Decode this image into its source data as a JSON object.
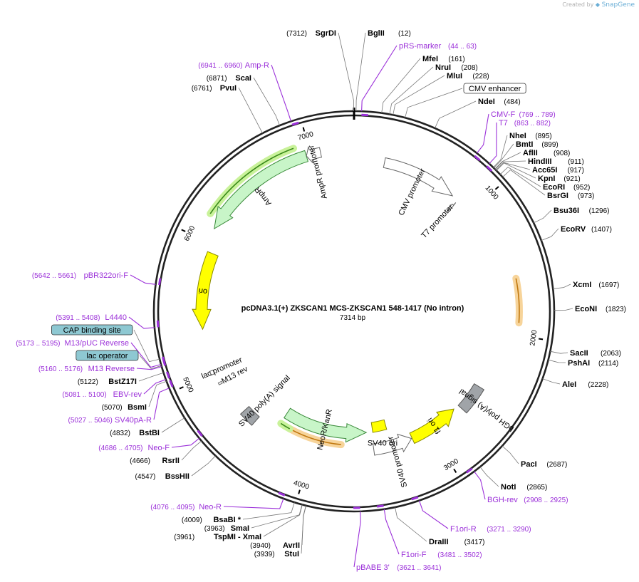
{
  "header": {
    "credit_prefix": "Created by",
    "credit_brand": "SnapGene"
  },
  "plasmid": {
    "name": "pcDNA3.1(+) ZKSCAN1 MCS-ZKSCAN1 548-1417 (No intron)",
    "size_label": "7314 bp",
    "length": 7314
  },
  "ticks": [
    {
      "bp": 1000,
      "label": "1000"
    },
    {
      "bp": 2000,
      "label": "2000"
    },
    {
      "bp": 3000,
      "label": "3000"
    },
    {
      "bp": 4000,
      "label": "4000"
    },
    {
      "bp": 5000,
      "label": "5000"
    },
    {
      "bp": 6000,
      "label": "6000"
    },
    {
      "bp": 7000,
      "label": "7000"
    }
  ],
  "colors": {
    "promoter": "#ffffff",
    "cds": "#c8f5c8",
    "ori": "#ffff00",
    "polyA": "#a0a4a8",
    "primer": "#9b30d9",
    "highlight_green": "#c9f29a",
    "highlight_orange": "#f7d49a",
    "box_blue": "#8ec8d2"
  },
  "features": [
    {
      "name": "CMV promoter",
      "start": 235,
      "end": 822,
      "type": "promoter",
      "color": "#ffffff"
    },
    {
      "name": "T7 promoter",
      "start": 863,
      "end": 881,
      "type": "promoter",
      "color": "#ffffff"
    },
    {
      "name": "bGH poly(A) signal",
      "start": 2460,
      "end": 2684,
      "type": "polyA",
      "color": "#a0a4a8"
    },
    {
      "name": "f1 ori",
      "start": 2730,
      "end": 3158,
      "type": "ori",
      "color": "#ffff00"
    },
    {
      "name": "SV40 promoter",
      "start": 3163,
      "end": 3492,
      "type": "promoter",
      "color": "#ffffff"
    },
    {
      "name": "SV40 ori",
      "start": 3343,
      "end": 3478,
      "type": "ori",
      "color": "#ffff00"
    },
    {
      "name": "NeoR/KanR",
      "start": 3540,
      "end": 4334,
      "type": "cds",
      "color": "#c8f5c8"
    },
    {
      "name": "SV40 poly(A) signal",
      "start": 4508,
      "end": 4629,
      "type": "polyA",
      "color": "#a0a4a8"
    },
    {
      "name": "M13 rev",
      "start": 4904,
      "end": 4920,
      "type": "primer_bind",
      "color": "#ffffff"
    },
    {
      "name": "lac promoter",
      "start": 4996,
      "end": 5026,
      "type": "promoter",
      "color": "#ffffff"
    },
    {
      "name": "ori",
      "start": 5348,
      "end": 5936,
      "type": "ori",
      "color": "#ffff00"
    },
    {
      "name": "AmpR",
      "start": 6107,
      "end": 6967,
      "type": "cds",
      "color": "#c8f5c8"
    },
    {
      "name": "AmpR promoter",
      "start": 6968,
      "end": 7072,
      "type": "promoter",
      "color": "#ffffff"
    }
  ],
  "highlights": [
    {
      "start": 6180,
      "end": 6900,
      "color": "#c9f29a",
      "r": 244
    },
    {
      "start": 1595,
      "end": 1910,
      "color": "#f7d49a",
      "r": 232
    },
    {
      "start": 3770,
      "end": 4240,
      "color": "#f7d49a",
      "r": 188
    },
    {
      "start": 4240,
      "end": 4330,
      "color": "#c9f29a",
      "r": 188
    }
  ],
  "site_labels": [
    {
      "bp": 7312,
      "name": "SgrDI",
      "pos": "(7312)",
      "side": "L",
      "color": "black"
    },
    {
      "bp": 12,
      "name": "BglII",
      "pos": "(12)",
      "side": "R",
      "color": "black"
    },
    {
      "bp": 44,
      "name": "pRS-marker",
      "pos": "(44 .. 63)",
      "side": "R",
      "color": "purple"
    },
    {
      "bp": 161,
      "name": "MfeI",
      "pos": "(161)",
      "side": "R",
      "color": "black"
    },
    {
      "bp": 208,
      "name": "NruI",
      "pos": "(208)",
      "side": "R",
      "color": "black"
    },
    {
      "bp": 228,
      "name": "MluI",
      "pos": "(228)",
      "side": "R",
      "color": "black"
    },
    {
      "bp": 300,
      "name": "CMV enhancer",
      "pos": "",
      "side": "R",
      "color": "box"
    },
    {
      "bp": 484,
      "name": "NdeI",
      "pos": "(484)",
      "side": "R",
      "color": "black"
    },
    {
      "bp": 769,
      "name": "CMV-F",
      "pos": "(769 .. 789)",
      "side": "R",
      "color": "purple"
    },
    {
      "bp": 863,
      "name": "T7",
      "pos": "(863 .. 882)",
      "side": "R",
      "color": "purple"
    },
    {
      "bp": 895,
      "name": "NheI",
      "pos": "(895)",
      "side": "R",
      "color": "black"
    },
    {
      "bp": 899,
      "name": "BmtI",
      "pos": "(899)",
      "side": "R",
      "color": "black"
    },
    {
      "bp": 908,
      "name": "AflII",
      "pos": "(908)",
      "side": "R",
      "color": "black"
    },
    {
      "bp": 911,
      "name": "HindIII",
      "pos": "(911)",
      "side": "R",
      "color": "black"
    },
    {
      "bp": 917,
      "name": "Acc65I",
      "pos": "(917)",
      "side": "R",
      "color": "black"
    },
    {
      "bp": 921,
      "name": "KpnI",
      "pos": "(921)",
      "side": "R",
      "color": "black"
    },
    {
      "bp": 952,
      "name": "EcoRI",
      "pos": "(952)",
      "side": "R",
      "color": "black"
    },
    {
      "bp": 973,
      "name": "BsrGI",
      "pos": "(973)",
      "side": "R",
      "color": "black"
    },
    {
      "bp": 1296,
      "name": "Bsu36I",
      "pos": "(1296)",
      "side": "R",
      "color": "black"
    },
    {
      "bp": 1407,
      "name": "EcoRV",
      "pos": "(1407)",
      "side": "R",
      "color": "black"
    },
    {
      "bp": 1697,
      "name": "XcmI",
      "pos": "(1697)",
      "side": "R",
      "color": "black"
    },
    {
      "bp": 1823,
      "name": "EcoNI",
      "pos": "(1823)",
      "side": "R",
      "color": "black"
    },
    {
      "bp": 2063,
      "name": "SacII",
      "pos": "(2063)",
      "side": "R",
      "color": "black"
    },
    {
      "bp": 2114,
      "name": "PshAI",
      "pos": "(2114)",
      "side": "R",
      "color": "black"
    },
    {
      "bp": 2228,
      "name": "AleI",
      "pos": "(2228)",
      "side": "R",
      "color": "black"
    },
    {
      "bp": 2687,
      "name": "PacI",
      "pos": "(2687)",
      "side": "R",
      "color": "black"
    },
    {
      "bp": 2865,
      "name": "NotI",
      "pos": "(2865)",
      "side": "R",
      "color": "black"
    },
    {
      "bp": 2908,
      "name": "BGH-rev",
      "pos": "(2908 .. 2925)",
      "side": "R",
      "color": "purple"
    },
    {
      "bp": 3271,
      "name": "F1ori-R",
      "pos": "(3271 .. 3290)",
      "side": "R",
      "color": "purple"
    },
    {
      "bp": 3417,
      "name": "DraIII",
      "pos": "(3417)",
      "side": "R",
      "color": "black"
    },
    {
      "bp": 3481,
      "name": "F1ori-F",
      "pos": "(3481 .. 3502)",
      "side": "R",
      "color": "purple"
    },
    {
      "bp": 3621,
      "name": "pBABE 3'",
      "pos": "(3621 .. 3641)",
      "side": "R",
      "color": "purple"
    },
    {
      "bp": 3939,
      "name": "StuI",
      "pos": "(3939)",
      "side": "L",
      "color": "black"
    },
    {
      "bp": 3940,
      "name": "AvrII",
      "pos": "(3940)",
      "side": "L",
      "color": "black"
    },
    {
      "bp": 3961,
      "name": "TspMI  - XmaI",
      "pos": "(3961)",
      "side": "L",
      "color": "black"
    },
    {
      "bp": 3963,
      "name": "SmaI",
      "pos": "(3963)",
      "side": "L",
      "color": "black"
    },
    {
      "bp": 4009,
      "name": "BsaBI *",
      "pos": "(4009)",
      "side": "L",
      "color": "black"
    },
    {
      "bp": 4076,
      "name": "Neo-R",
      "pos": "(4076 .. 4095)",
      "side": "L",
      "color": "purple"
    },
    {
      "bp": 4547,
      "name": "BssHII",
      "pos": "(4547)",
      "side": "L",
      "color": "black"
    },
    {
      "bp": 4666,
      "name": "RsrII",
      "pos": "(4666)",
      "side": "L",
      "color": "black"
    },
    {
      "bp": 4686,
      "name": "Neo-F",
      "pos": "(4686 .. 4705)",
      "side": "L",
      "color": "purple"
    },
    {
      "bp": 4832,
      "name": "BstBI",
      "pos": "(4832)",
      "side": "L",
      "color": "black"
    },
    {
      "bp": 5027,
      "name": "SV40pA-R",
      "pos": "(5027 .. 5046)",
      "side": "L",
      "color": "purple"
    },
    {
      "bp": 5070,
      "name": "BsmI",
      "pos": "(5070)",
      "side": "L",
      "color": "black"
    },
    {
      "bp": 5081,
      "name": "EBV-rev",
      "pos": "(5081 .. 5100)",
      "side": "L",
      "color": "purple"
    },
    {
      "bp": 5122,
      "name": "BstZ17I",
      "pos": "(5122)",
      "side": "L",
      "color": "black"
    },
    {
      "bp": 5160,
      "name": "M13 Reverse",
      "pos": "(5160 .. 5176)",
      "side": "L",
      "color": "purple"
    },
    {
      "bp": 5165,
      "name": "lac operator",
      "pos": "",
      "side": "L",
      "color": "box"
    },
    {
      "bp": 5173,
      "name": "M13/pUC Reverse",
      "pos": "(5173 .. 5195)",
      "side": "L",
      "color": "purple"
    },
    {
      "bp": 5205,
      "name": "CAP binding site",
      "pos": "",
      "side": "L",
      "color": "box"
    },
    {
      "bp": 5391,
      "name": "L4440",
      "pos": "(5391 .. 5408)",
      "side": "L",
      "color": "purple"
    },
    {
      "bp": 5642,
      "name": "pBR322ori-F",
      "pos": "(5642 .. 5661)",
      "side": "L",
      "color": "purple"
    },
    {
      "bp": 6761,
      "name": "PvuI",
      "pos": "(6761)",
      "side": "L",
      "color": "black"
    },
    {
      "bp": 6871,
      "name": "ScaI",
      "pos": "(6871)",
      "side": "L",
      "color": "black"
    },
    {
      "bp": 6941,
      "name": "Amp-R",
      "pos": "(6941 .. 6960)",
      "side": "L",
      "color": "purple"
    }
  ]
}
